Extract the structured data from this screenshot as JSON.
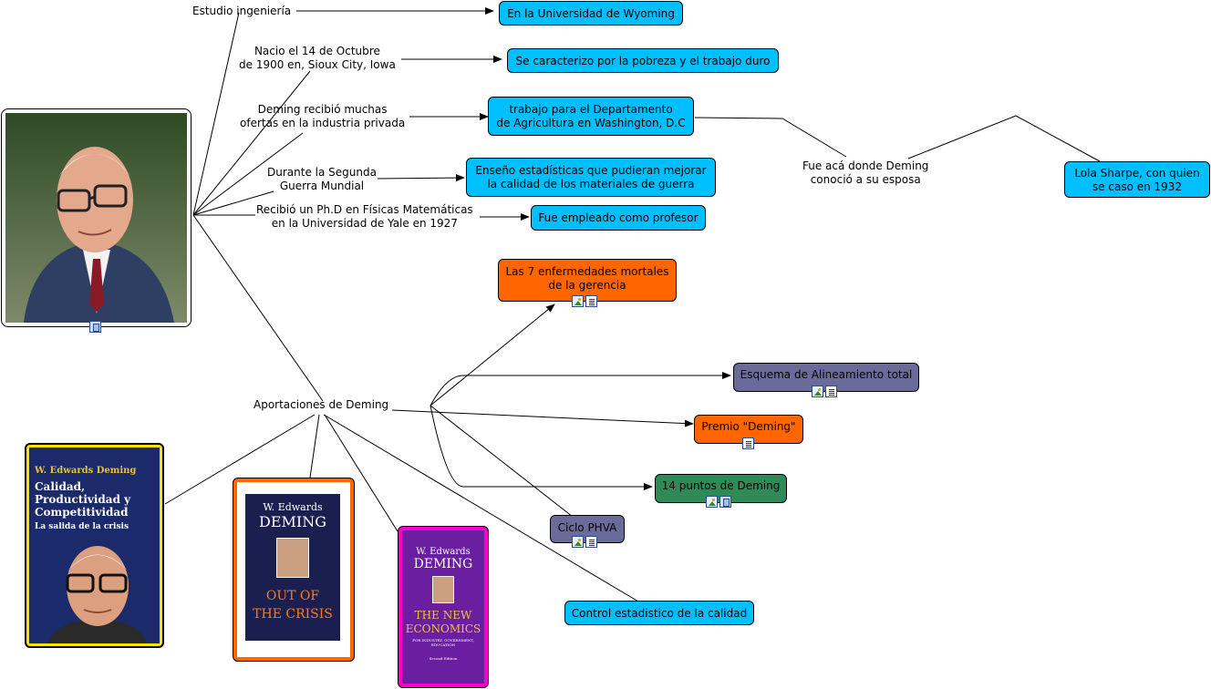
{
  "center_labels": {
    "estudio": "Estudio ingeniería",
    "nacio": [
      "Nacio el 14 de Octubre",
      "de 1900 en, Sioux City, Iowa"
    ],
    "ofertas": [
      "Deming recibió muchas",
      "ofertas en la industria privada"
    ],
    "guerra": [
      "Durante la Segunda",
      "Guerra Mundial"
    ],
    "phd": [
      "Recibió un Ph.D en Físicas Matemáticas",
      "en la Universidad de Yale en 1927"
    ],
    "esposa": [
      "Fue acá donde Deming",
      "conoció a su esposa"
    ],
    "aportaciones": "Aportaciones de Deming"
  },
  "nodes": {
    "wyoming": "En la Universidad de Wyoming",
    "pobreza": "Se caracterizo por la pobreza y el trabajo duro",
    "departamento": [
      "trabajo para el Departamento",
      "de Agricultura en Washington, D.C"
    ],
    "estadisticas": [
      "Enseño estadísticas que pudieran mejorar",
      "la calidad de los materiales de guerra"
    ],
    "profesor": "Fue empleado como profesor",
    "lola": [
      "Lola Sharpe, con quien",
      "se caso en 1932"
    ],
    "enfermedades": [
      "Las 7 enfermedades mortales",
      "de la gerencia"
    ],
    "alineamiento": "Esquema de Alineamiento total",
    "premio": "Premio \"Deming\"",
    "puntos": "14 puntos de Deming",
    "phva": "Ciclo PHVA",
    "control": "Control estadistico de la calidad"
  },
  "books": {
    "calidad": {
      "author": "W. Edwards Deming",
      "title": [
        "Calidad,",
        "Productividad y",
        "Competitividad"
      ],
      "subtitle": "La salida de la crisis"
    },
    "crisis": {
      "author": "W. Edwards",
      "surname": "Deming",
      "title": [
        "Out of",
        "the Crisis"
      ]
    },
    "economics": {
      "author": "W. Edwards",
      "surname": "Deming",
      "title": [
        "The New",
        "Economics"
      ],
      "subtitle": "For Industry, Government, Education",
      "edition": "Second Edition"
    }
  },
  "colors": {
    "cyan": "#00bfff",
    "orange": "#ff6600",
    "purple": "#6b6b9b",
    "green": "#2e8b57",
    "frame_yellow": "#f5e600",
    "frame_orange": "#ff6600",
    "frame_magenta": "#ff00cc"
  }
}
